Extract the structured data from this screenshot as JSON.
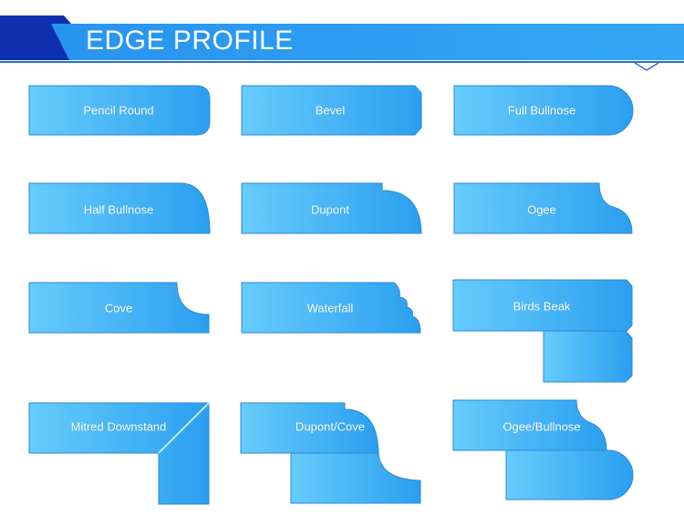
{
  "header": {
    "title": "EDGE PROFILE"
  },
  "colors": {
    "header_dark": "#0e2fae",
    "header_blue": "#2b9af2",
    "shape_light": "#66ccfb",
    "shape_dark": "#2a9ff0",
    "shape_stroke": "#2f86d8"
  },
  "profiles": [
    {
      "id": "pencil-round",
      "label": "Pencil Round"
    },
    {
      "id": "bevel",
      "label": "Bevel"
    },
    {
      "id": "full-bullnose",
      "label": "Full Bullnose"
    },
    {
      "id": "half-bullnose",
      "label": "Half Bullnose"
    },
    {
      "id": "dupont",
      "label": "Dupont"
    },
    {
      "id": "ogee",
      "label": "Ogee"
    },
    {
      "id": "cove",
      "label": "Cove"
    },
    {
      "id": "waterfall",
      "label": "Waterfall"
    },
    {
      "id": "birds-beak",
      "label": "Birds Beak"
    },
    {
      "id": "mitred-downstand",
      "label": "Mitred Downstand"
    },
    {
      "id": "dupont-cove",
      "label": "Dupont/Cove"
    },
    {
      "id": "ogee-bullnose",
      "label": "Ogee/Bullnose"
    }
  ]
}
